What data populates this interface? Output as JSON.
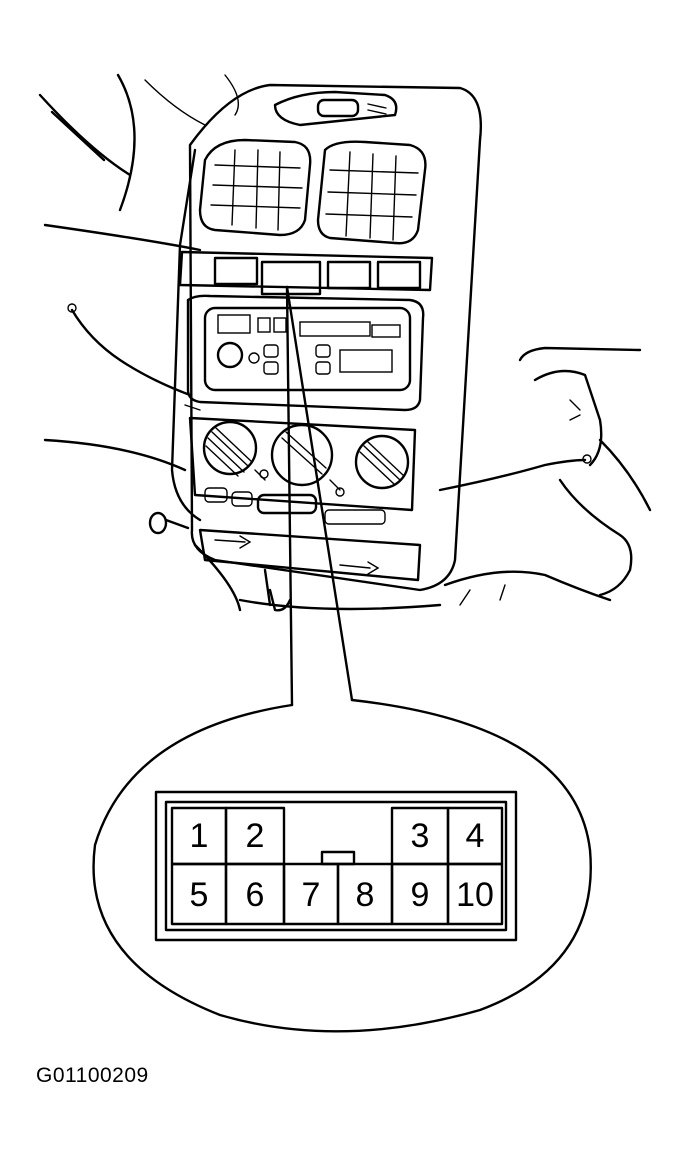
{
  "figure_id": "G01100209",
  "connector": {
    "pins": [
      "1",
      "2",
      "3",
      "4",
      "5",
      "6",
      "7",
      "8",
      "9",
      "10"
    ]
  }
}
